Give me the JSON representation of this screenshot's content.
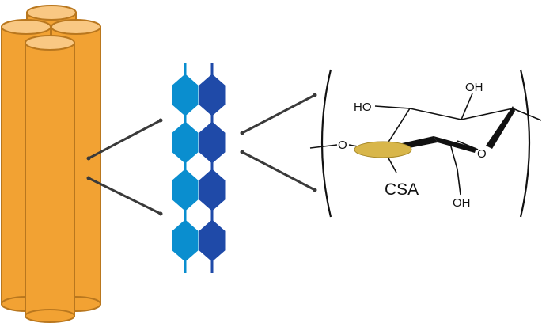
{
  "diagram": {
    "labels": {
      "ho_left": "HO",
      "oh_top": "OH",
      "ring_oxygen": "O",
      "link_oxygen": "O",
      "oh_bottom": "OH",
      "csa": "CSA"
    },
    "colors": {
      "cylinder_fill": "#F2A233",
      "cylinder_edge": "#B9771E",
      "cylinder_top": "#F9C883",
      "hexagon_light": "#0A8ECF",
      "hexagon_dark": "#1F4AA8",
      "csa_disc": "#D8B64A",
      "line": "#3a3a3a"
    }
  }
}
